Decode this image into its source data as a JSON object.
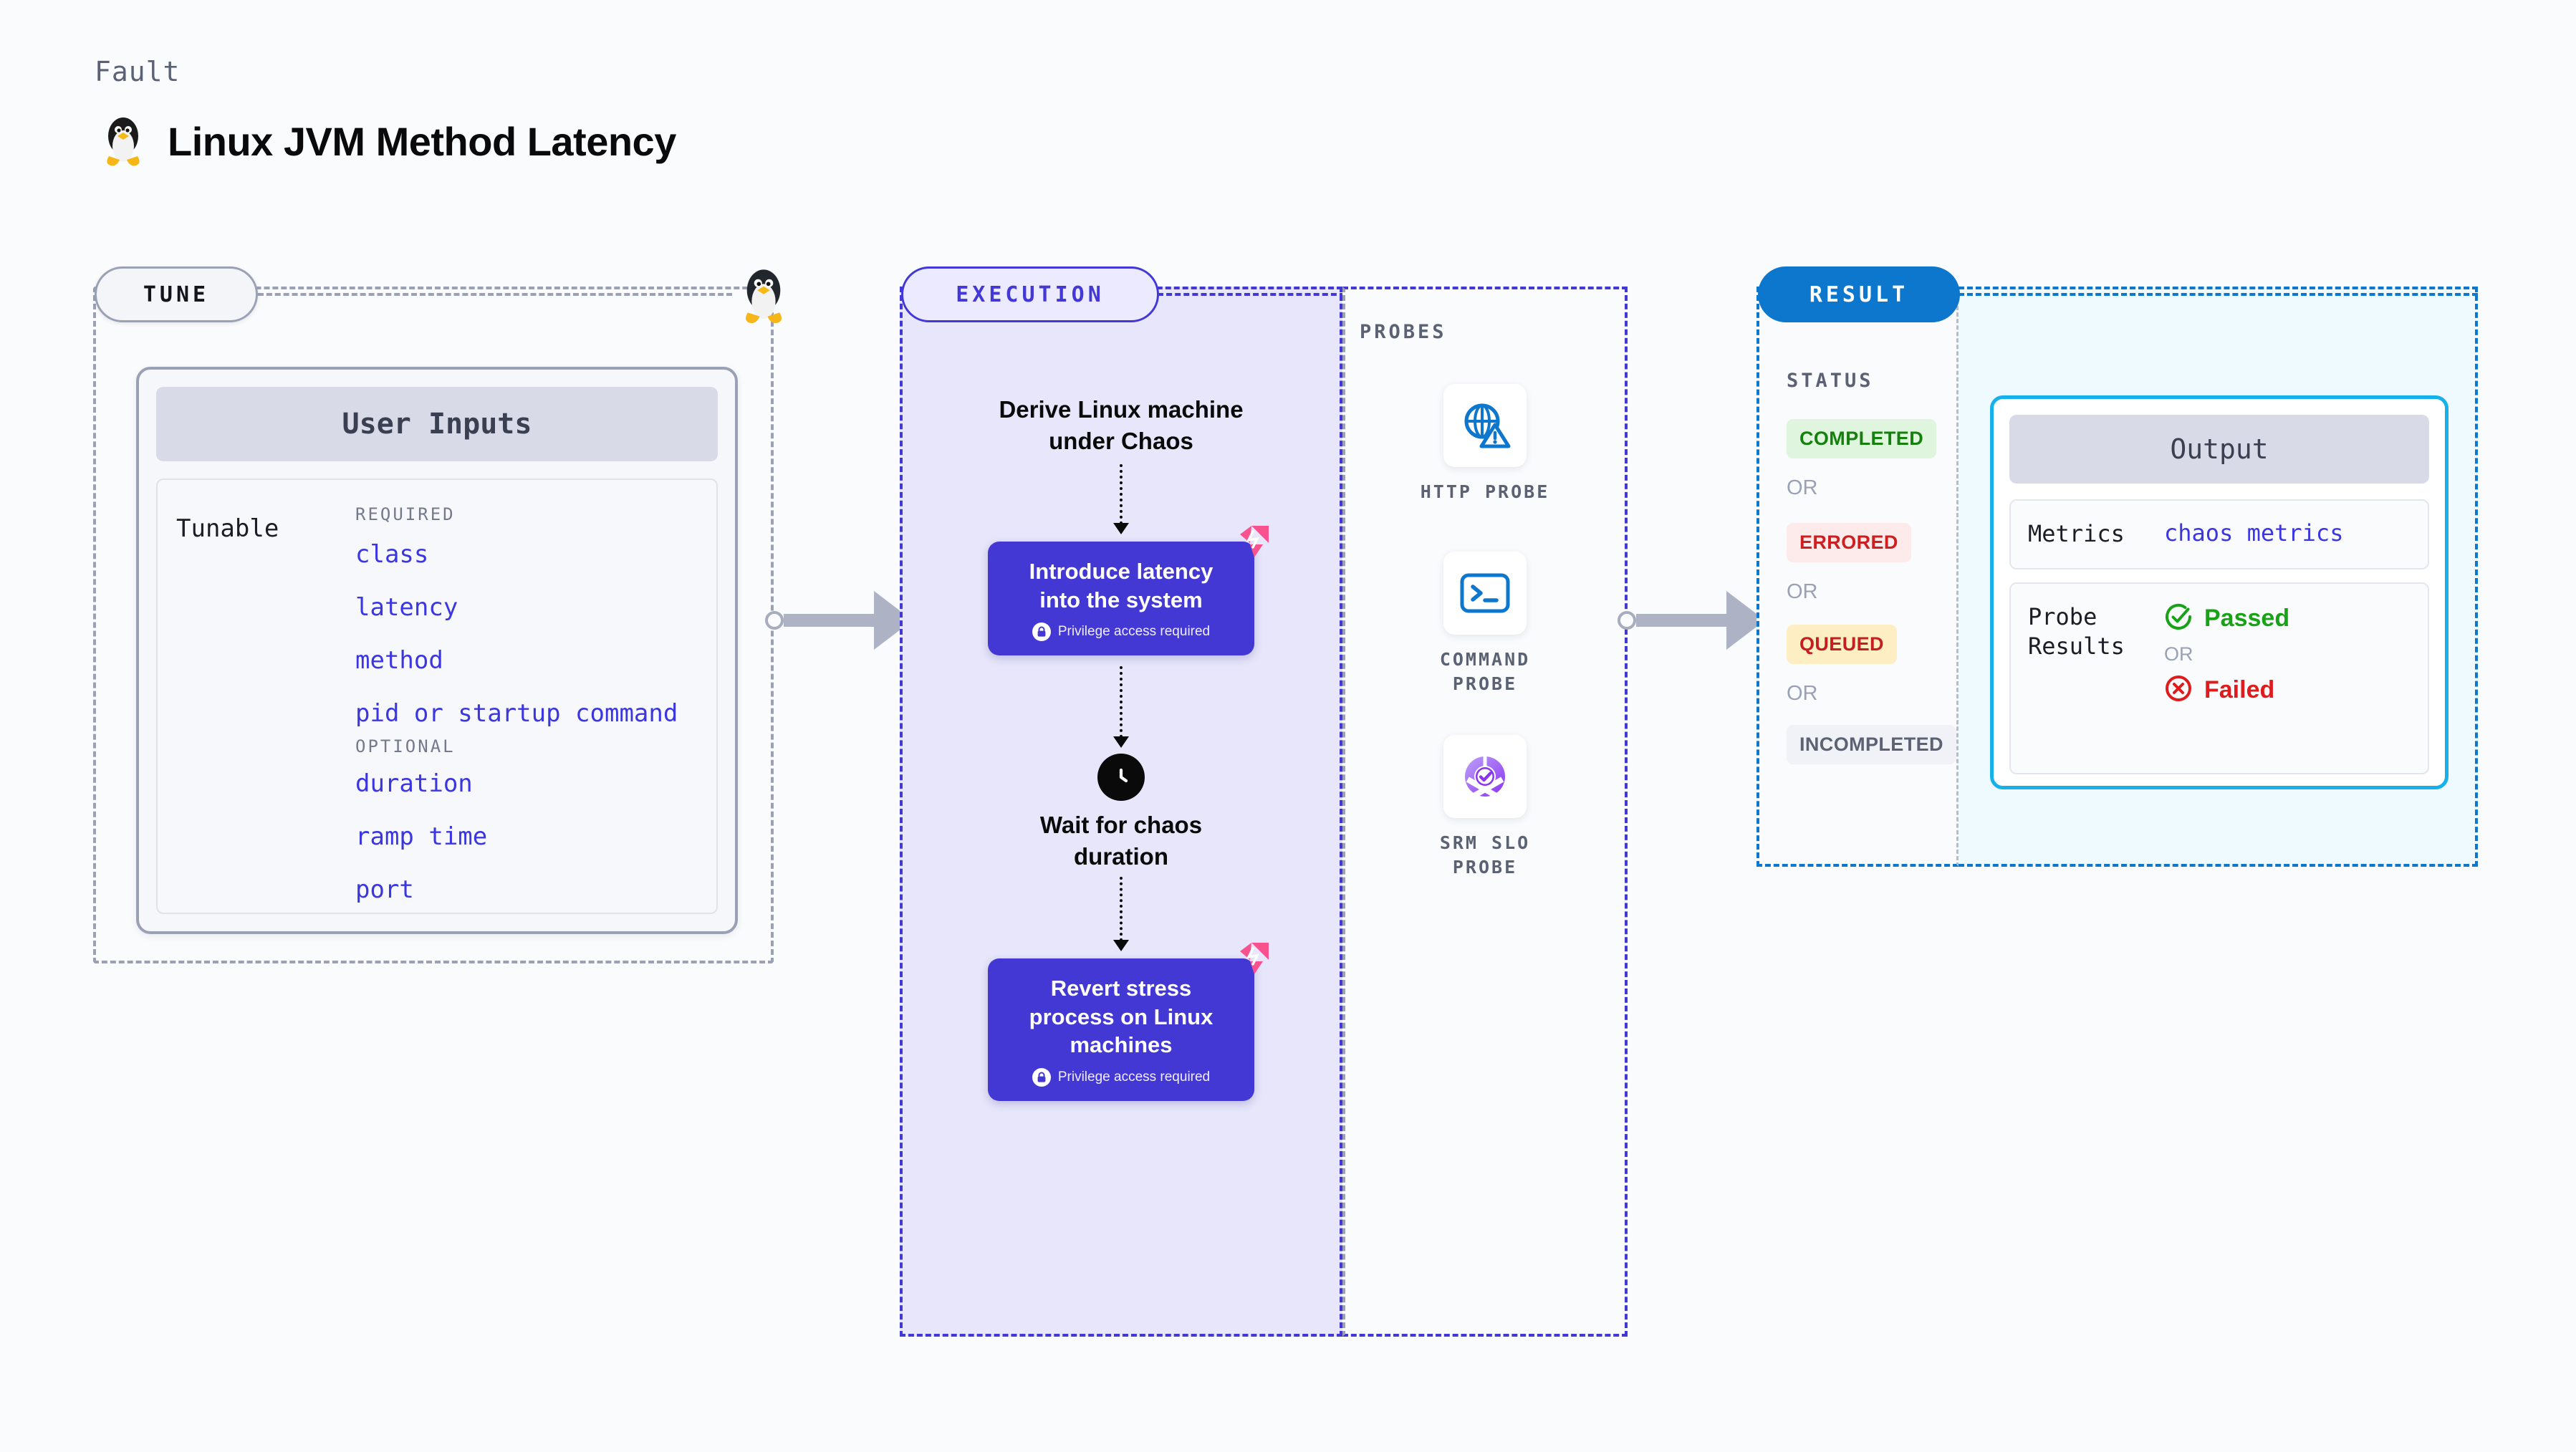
{
  "header": {
    "kicker": "Fault",
    "title": "Linux JVM Method Latency",
    "icon": "linux-penguin-icon"
  },
  "tune": {
    "chip_label": "TUNE",
    "marker_icon": "linux-penguin-icon",
    "card": {
      "header": "User Inputs",
      "row_label": "Tunable",
      "groups": [
        {
          "label": "REQUIRED",
          "items": [
            "class",
            "latency",
            "method",
            "pid or startup command"
          ]
        },
        {
          "label": "OPTIONAL",
          "items": [
            "duration",
            "ramp time",
            "port"
          ]
        }
      ]
    }
  },
  "execution": {
    "chip_label": "EXECUTION",
    "steps": [
      {
        "kind": "text",
        "label": "Derive Linux machine\nunder Chaos"
      },
      {
        "kind": "action",
        "title": "Introduce latency\ninto the system",
        "note": "Privilege access required",
        "note_icon": "lock-icon",
        "badge_icon": "litmus-chaos-icon"
      },
      {
        "kind": "wait",
        "icon": "clock-icon",
        "label": "Wait for chaos\nduration"
      },
      {
        "kind": "action",
        "title": "Revert stress\nprocess on Linux\nmachines",
        "note": "Privilege access required",
        "note_icon": "lock-icon",
        "badge_icon": "litmus-chaos-icon"
      }
    ]
  },
  "probes": {
    "section_label": "PROBES",
    "items": [
      {
        "label": "HTTP PROBE",
        "icon": "globe-warning-icon"
      },
      {
        "label": "COMMAND PROBE",
        "icon": "terminal-prompt-icon"
      },
      {
        "label": "SRM SLO PROBE",
        "icon": "slo-donut-check-icon"
      }
    ]
  },
  "result": {
    "chip_label": "RESULT",
    "status_label": "STATUS",
    "or_label": "OR",
    "statuses": [
      {
        "text": "COMPLETED",
        "bg": "#dff5dd",
        "fg": "#16800f"
      },
      {
        "text": "ERRORED",
        "bg": "#fdeaea",
        "fg": "#cd1f1f"
      },
      {
        "text": "QUEUED",
        "bg": "#fdeec4",
        "fg": "#c41f1f"
      },
      {
        "text": "INCOMPLETED",
        "bg": "#f1f2f7",
        "fg": "#5a6274"
      }
    ]
  },
  "output": {
    "card_header": "Output",
    "metrics_key": "Metrics",
    "metrics_value": "chaos metrics",
    "probe_results_key": "Probe\nResults",
    "passed_label": "Passed",
    "failed_label": "Failed",
    "or_label": "OR",
    "passed_icon": "check-circle-icon",
    "failed_icon": "x-circle-icon"
  },
  "colors": {
    "accent_indigo": "#4438d4",
    "accent_blue": "#0d76cd",
    "accent_cyan": "#16b0ea",
    "pink": "#f9538f",
    "page_bg": "#fafbfd",
    "exec_bg": "#e7e6fb",
    "output_bg": "#eefaff"
  }
}
